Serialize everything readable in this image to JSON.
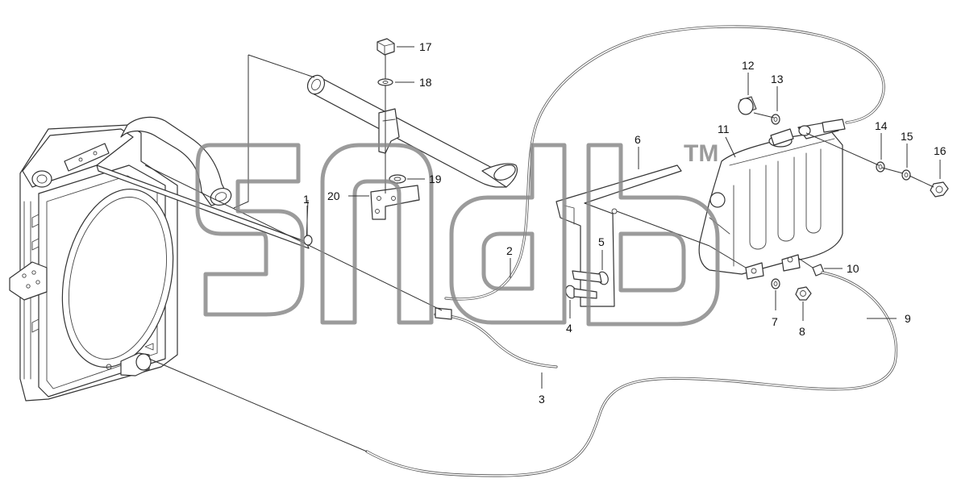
{
  "diagram": {
    "watermark": {
      "trademark": "TM"
    },
    "callouts": [
      {
        "id": "c1",
        "label": "1"
      },
      {
        "id": "c2",
        "label": "2"
      },
      {
        "id": "c3",
        "label": "3"
      },
      {
        "id": "c4",
        "label": "4"
      },
      {
        "id": "c5",
        "label": "5"
      },
      {
        "id": "c6",
        "label": "6"
      },
      {
        "id": "c7",
        "label": "7"
      },
      {
        "id": "c8",
        "label": "8"
      },
      {
        "id": "c9",
        "label": "9"
      },
      {
        "id": "c10",
        "label": "10"
      },
      {
        "id": "c11",
        "label": "11"
      },
      {
        "id": "c12",
        "label": "12"
      },
      {
        "id": "c13",
        "label": "13"
      },
      {
        "id": "c14",
        "label": "14"
      },
      {
        "id": "c15",
        "label": "15"
      },
      {
        "id": "c16",
        "label": "16"
      },
      {
        "id": "c17",
        "label": "17"
      },
      {
        "id": "c18",
        "label": "18"
      },
      {
        "id": "c19",
        "label": "19"
      },
      {
        "id": "c20",
        "label": "20"
      }
    ]
  }
}
